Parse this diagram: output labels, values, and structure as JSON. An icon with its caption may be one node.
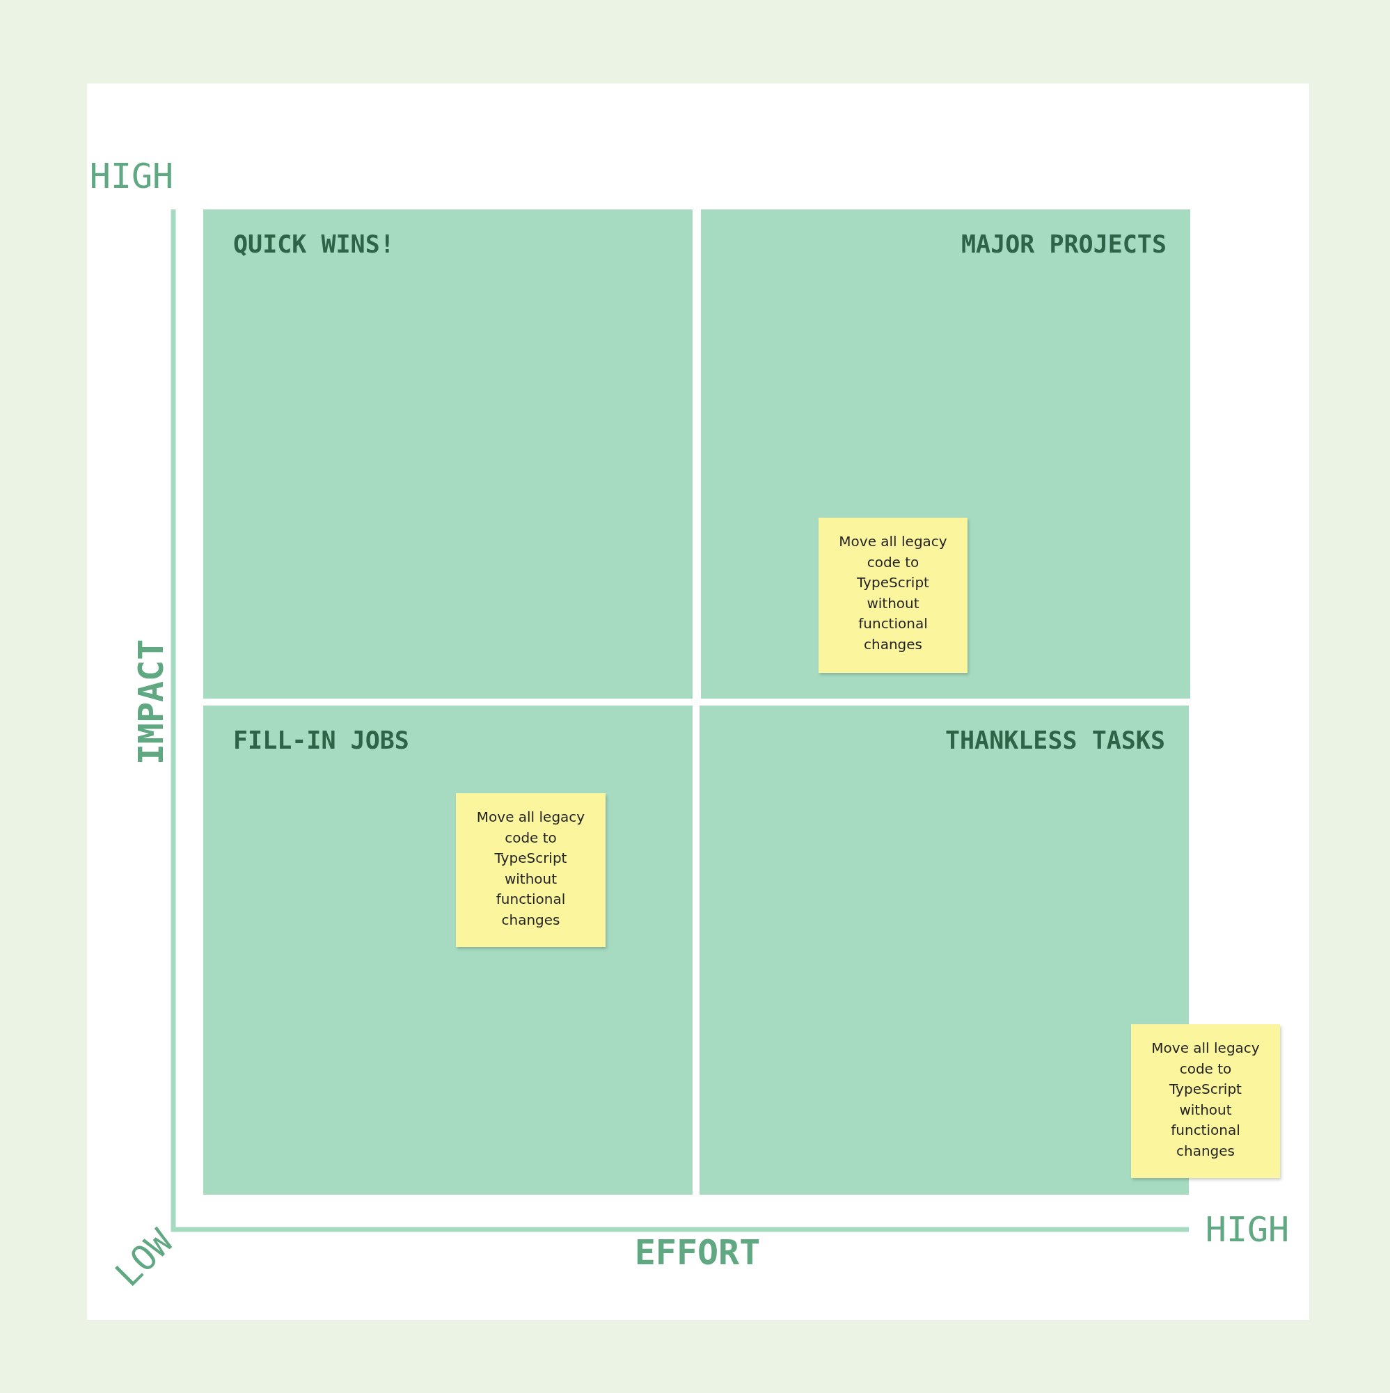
{
  "diagram": {
    "nodes": [
      {
        "text": [
          "QUICK WINS!"
        ]
      },
      {
        "text": [
          "MAJOR PROJECTS"
        ]
      },
      {
        "text": [
          "Move all legacy code to TypeScript without functional changes"
        ],
        "in": 1
      },
      {
        "text": [
          "FILL-IN JOBS"
        ]
      },
      {
        "text": [
          "Move all legacy code to TypeScript without functional changes"
        ],
        "in": 3
      },
      {
        "text": [
          "THANKLESS TASKS"
        ]
      },
      {
        "text": [
          "Move all legacy code to TypeScript without functional changes"
        ]
      }
    ],
    "edges": [],
    "labels": [
      "HIGH",
      "IMPACT",
      "HIGH",
      "EFFORT",
      "LOW"
    ]
  }
}
